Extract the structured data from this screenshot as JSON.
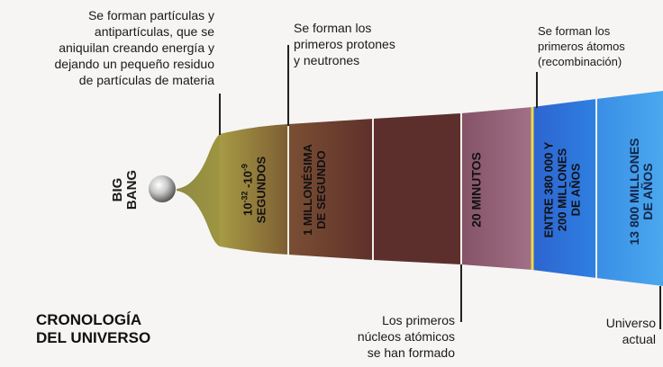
{
  "title": [
    "CRONOLOGÍA",
    "DEL UNIVERSO"
  ],
  "big_bang_label": "BIG\nBANG",
  "notes": {
    "particles": [
      "Se forman partículas y",
      "antipartículas, que se",
      "aniquilan creando energía y",
      "dejando un pequeño residuo",
      "de partículas de materia"
    ],
    "protons": [
      "Se forman los",
      "primeros protones",
      "y neutrones"
    ],
    "atoms": [
      "Se forman los",
      "primeros átomos",
      "(recombinación)"
    ],
    "nuclei": [
      "Los primeros",
      "núcleos atómicos",
      "se han formado"
    ],
    "universe": [
      "Universo",
      "actual"
    ]
  },
  "segments": [
    {
      "label_base": "10",
      "label_exp1": "-32",
      "label_mid": " -10",
      "label_exp2": "-9",
      "label_line2": "SEGUNDOS",
      "color": "#8c7a35"
    },
    {
      "label": "1 MILLONÉSIMA\nDE SEGUNDO",
      "color": "#6e3f2e"
    },
    {
      "label": "",
      "color": "#5c2f2c"
    },
    {
      "label": "20 MINUTOS",
      "color": "#8e5d74"
    },
    {
      "label": "ENTRE 380 000 Y\n200 MILLONES\nDE AÑOS",
      "color": "#2f6fd8"
    },
    {
      "label": "13 800 MILLONES\nDE AÑOS",
      "color": "#3d97e6"
    }
  ]
}
